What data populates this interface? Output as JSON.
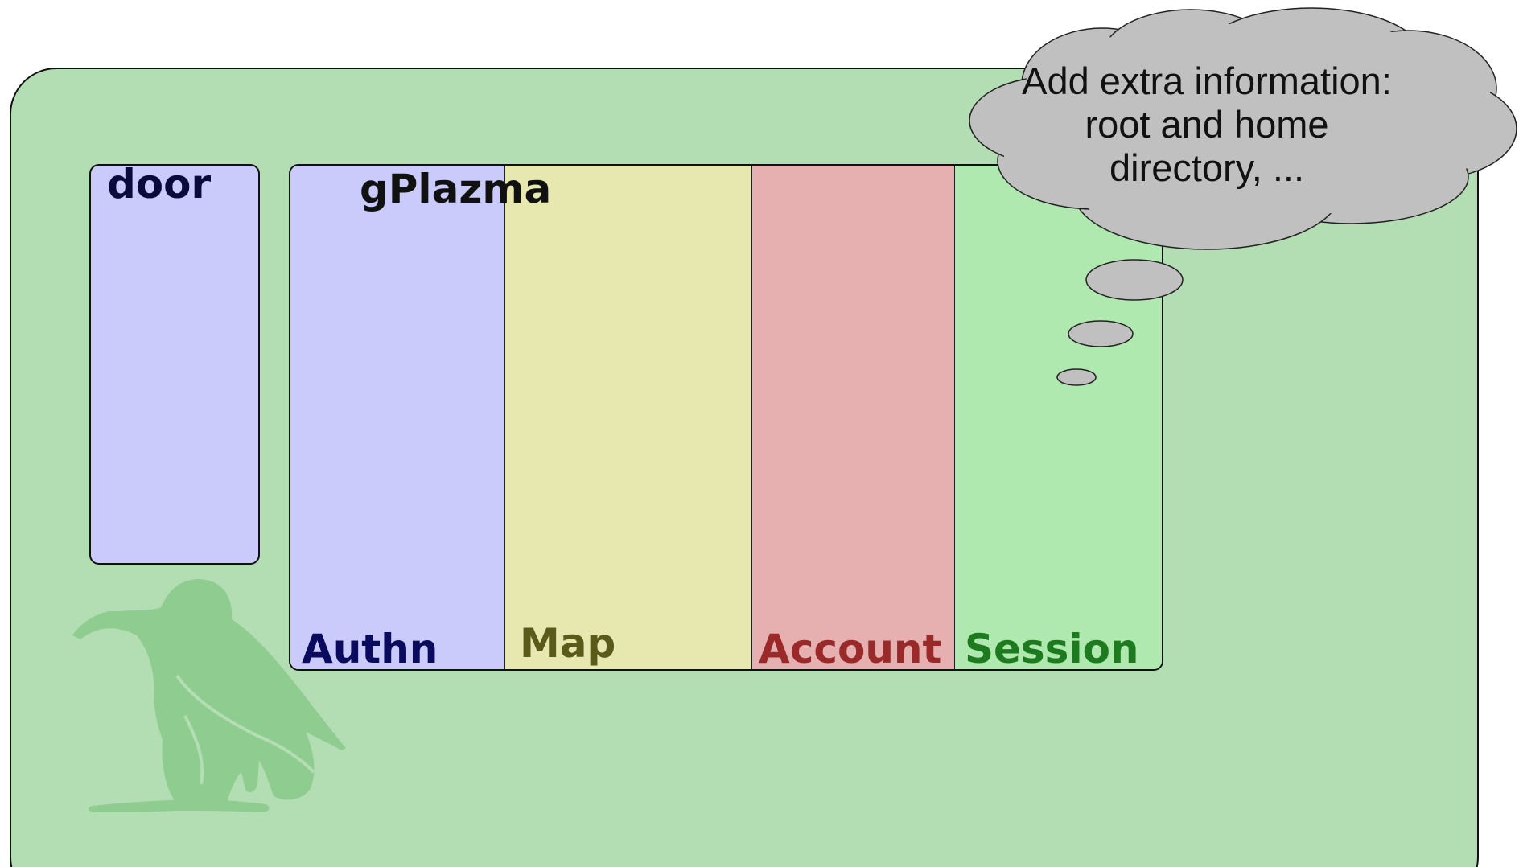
{
  "diagram": {
    "door_label": "door",
    "gplazma_label": "gPlazma",
    "columns": [
      {
        "label": "Authn",
        "color": "#0a0a5e"
      },
      {
        "label": "Map",
        "color": "#5a5a1a"
      },
      {
        "label": "Account",
        "color": "#9a2a2a"
      },
      {
        "label": "Session",
        "color": "#1e7a1e"
      }
    ],
    "thought_bubble": {
      "line1": "Add extra information:",
      "line2": "root and home",
      "line3": "directory, ..."
    },
    "icons": [
      "bird-logo-icon",
      "thought-cloud-icon"
    ],
    "colors": {
      "container": "#b3ddb3",
      "door": "#cbcbfb",
      "authn": "#cbcbfb",
      "map": "#e7e7b0",
      "account": "#e7b0b0",
      "session": "#afe9b0",
      "cloud": "#c0c0c0"
    }
  }
}
